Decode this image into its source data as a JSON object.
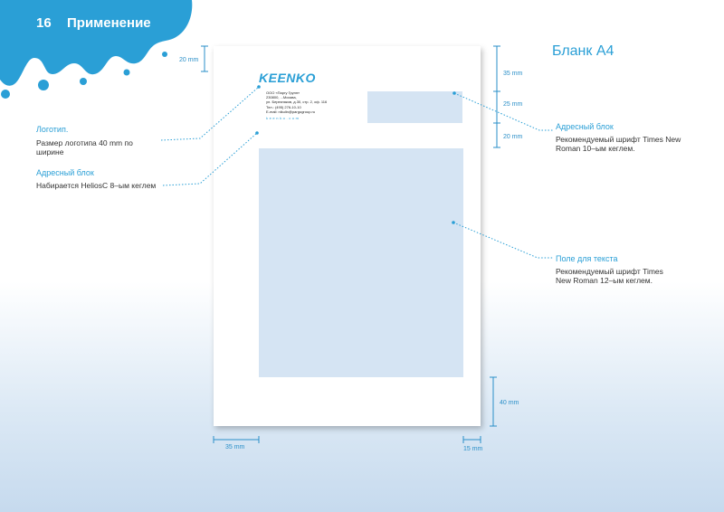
{
  "header": {
    "page_number": "16",
    "title": "Применение"
  },
  "heading": "Бланк А4",
  "letterhead": {
    "logo": "KEENKO",
    "address_lines": [
      "ООО «Паргу Групп»",
      "230800, ...Москва,",
      "ул. Березняков, д.30, стр. 2, оф. 116",
      "Тел.: (495) 276-10-10",
      "E-mail: nikulin@pargugroup.ru"
    ],
    "website": "keenko.com"
  },
  "annotations": {
    "logo": {
      "title": "Логотип.",
      "text": "Размер логотипа 40 mm по ширине"
    },
    "address_left": {
      "title": "Адресный блок",
      "text": "Набирается HeliosC 8–ым кеглем"
    },
    "address_right": {
      "title": "Адресный блок",
      "text": "Рекомендуемый шрифт Times New Roman 10–ым кеглем."
    },
    "text_field": {
      "title": "Поле для текста",
      "text": "Рекомендуемый шрифт Times New Roman 12–ым кеглем."
    }
  },
  "dimensions": {
    "top_left": "20 mm",
    "right_35": "35 mm",
    "right_25": "25 mm",
    "right_20": "20 mm",
    "bottom_right": "40 mm",
    "left_margin": "35 mm",
    "right_margin": "15 mm"
  },
  "colors": {
    "accent": "#2a9fd6",
    "field": "#d5e4f3"
  }
}
